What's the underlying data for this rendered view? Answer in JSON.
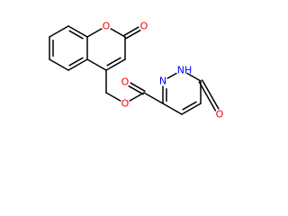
{
  "molecule": {
    "bond_color": "#000000",
    "atoms": [
      {
        "id": "o-coumarin-carbonyl",
        "symbol": "O",
        "label": "O",
        "color": "#ff0000"
      },
      {
        "id": "o-coumarin-ring",
        "symbol": "O",
        "label": "O",
        "color": "#ff0000"
      },
      {
        "id": "o-ester-bridge",
        "symbol": "O",
        "label": "O",
        "color": "#ff0000"
      },
      {
        "id": "o-ester-carbonyl",
        "symbol": "O",
        "label": "O",
        "color": "#ff0000"
      },
      {
        "id": "n-pyridazine-1",
        "symbol": "N",
        "label": "N",
        "color": "#0000ff"
      },
      {
        "id": "nh-pyridazine-2",
        "symbol": "N",
        "label": "NH",
        "color": "#0000ff"
      },
      {
        "id": "o-pyridazinone-carbonyl",
        "symbol": "O",
        "label": "O",
        "color": "#ff0000"
      }
    ]
  }
}
